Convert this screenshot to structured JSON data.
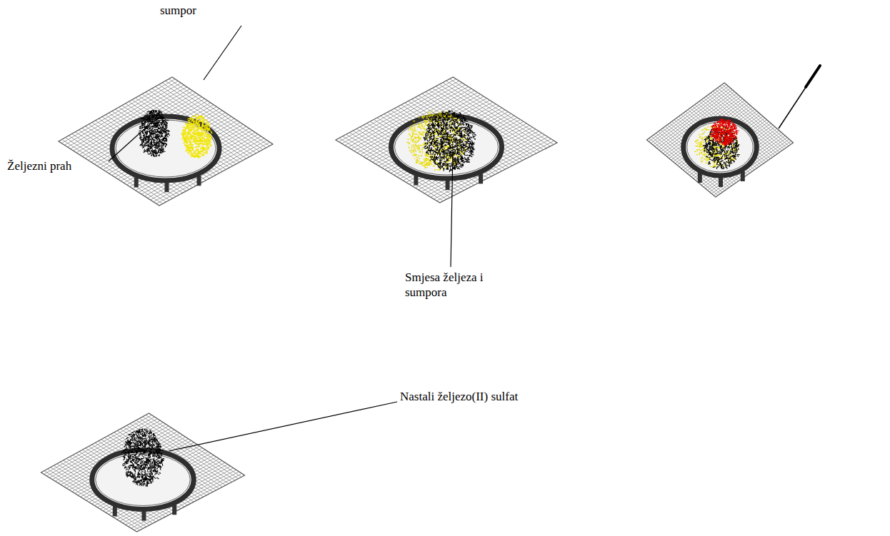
{
  "diagram": {
    "labels": [
      "sumpor",
      "Željezni prah",
      "Smjesa željeza i sumpora",
      "Nastali željezo(II) sulfat"
    ]
  }
}
